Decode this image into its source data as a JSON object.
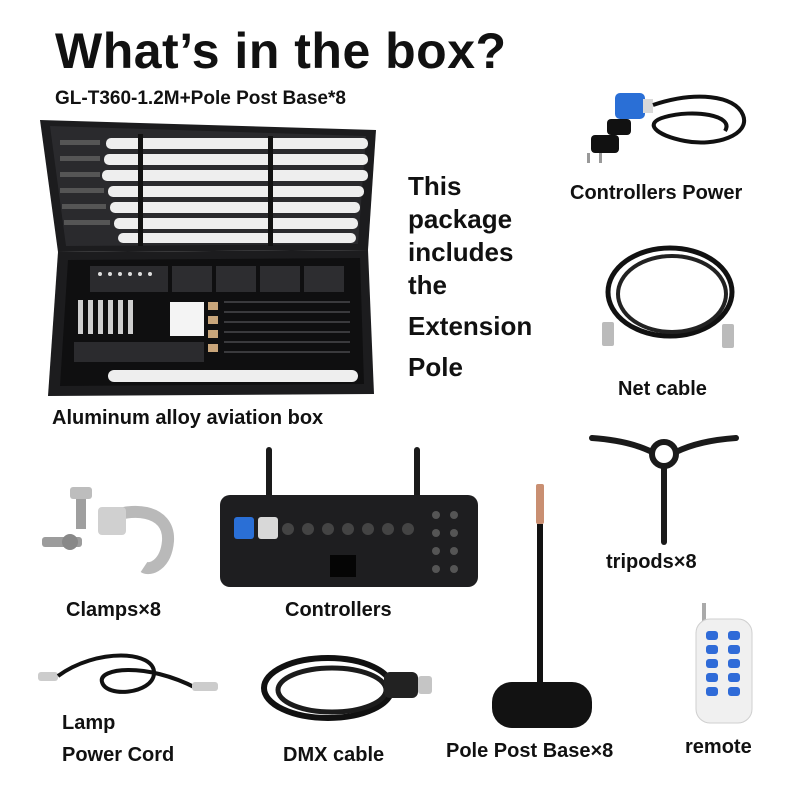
{
  "header": {
    "title": "What’s in the box?",
    "subtitle": "GL-T360-1.2M+Pole Post Base*8"
  },
  "package_note": {
    "lines": [
      "This",
      "package",
      "includes",
      "the",
      "Extension",
      "Pole"
    ]
  },
  "items": {
    "case": "Aluminum alloy aviation box",
    "controllers_power": "Controllers Power",
    "net_cable": "Net cable",
    "tripods": "tripods×8",
    "clamps": "Clamps×8",
    "controllers": "Controllers",
    "lamp_power_cord_line1": "Lamp",
    "lamp_power_cord_line2": "Power Cord",
    "dmx_cable": "DMX cable",
    "pole_post_base": "Pole Post Base×8",
    "remote": "remote"
  },
  "colors": {
    "case_body": "#1c1c1e",
    "tube": "#eeeeee",
    "connector_blue": "#2a6fd6",
    "remote_keys": "#2f6bd8"
  }
}
